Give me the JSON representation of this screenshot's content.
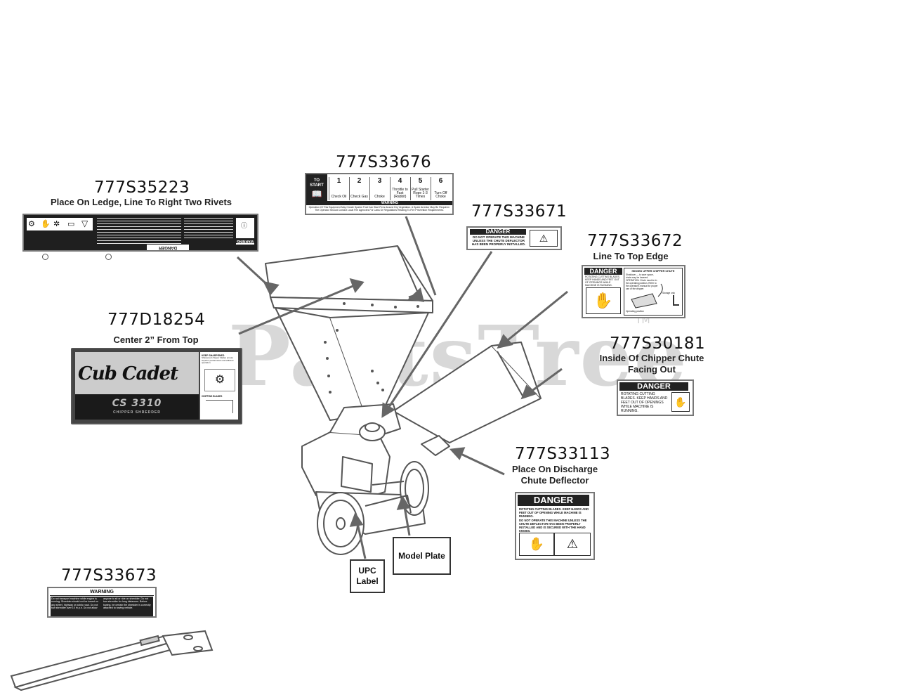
{
  "watermark": "PartsTree",
  "watermark_tm": "TM",
  "callouts": {
    "p777S35223": {
      "part": "777S35223",
      "note": "Place On Ledge, Line To Right Two Rivets"
    },
    "p777S33676": {
      "part": "777S33676"
    },
    "p777S33671": {
      "part": "777S33671"
    },
    "p777S33672": {
      "part": "777S33672",
      "note": "Line To Top Edge"
    },
    "p777D18254": {
      "part": "777D18254",
      "note": "Center 2” From Top"
    },
    "p777S30181": {
      "part": "777S30181",
      "note_line1": "Inside Of Chipper Chute",
      "note_line2": "Facing Out"
    },
    "p777S33113": {
      "part": "777S33113",
      "note_line1": "Place On Discharge",
      "note_line2": "Chute Deflector"
    },
    "p777S33673": {
      "part": "777S33673"
    }
  },
  "plates": {
    "upc_line1": "UPC",
    "upc_line2": "Label",
    "model": "Model Plate"
  },
  "decals": {
    "warning": "WARNING",
    "danger": "DANGER",
    "brand": "Cub Cadet",
    "model_name": "CS 3310",
    "model_sub": "CHIPPER SHREDDER",
    "to_start_1": "TO",
    "to_start_2": "START",
    "steps": [
      {
        "n": "1",
        "cap": "Check Oil"
      },
      {
        "n": "2",
        "cap": "Check Gas"
      },
      {
        "n": "3",
        "cap": "Choke"
      },
      {
        "n": "4",
        "cap": "Throttle to Fast (Rabbit)"
      },
      {
        "n": "5",
        "cap": "Pull Starter Rope 1-3 Times"
      },
      {
        "n": "6",
        "cap": "Turn Off Choke"
      }
    ],
    "d33676_text": "Operation Of This Equipment May Create Sparks That Can Start Fires Around Dry Vegetation. A Spark Arrestor May Be Required. The Operator Should Contact Local Fire Agencies For Laws Or Regulations Relating To Fire Prevention Requirements.",
    "d33671_text": "DO NOT OPERATE THIS MACHINE UNLESS THE CHUTE DEFLECTOR HAS BEEN PROPERLY INSTALLED.",
    "d33672_left": "ROTATING CUTTING BLADES. KEEP HANDS AND FEET OUT OF OPENINGS WHILE MACHINE IS RUNNING.",
    "d33672_right_title": "HINGED UPPER CHIPPER CHUTE",
    "d33672_right": "Shutdown — to save space, chute may be lowered. OPERATION: Chute must be in the operating position. Refer to the operator's manual for proper use of the chipper.",
    "d33672_storage": "Storage only",
    "d33672_operating": "Operating position",
    "d30181_text": "ROTATING CUTTING BLADES. KEEP HANDS AND FEET OUT OF OPENINGS WHILE MACHINE IS RUNNING.",
    "d33113_text1": "ROTATING CUTTING BLADES. KEEP HANDS AND FEET OUT OF OPENING WHILE MACHINE IS RUNNING.",
    "d33113_text2": "DO NOT OPERATE THIS MACHINE UNLESS THE CHUTE DEFLECTOR HAS BEEN PROPERLY INSTALLED AND IS SECURED WITH THE HAND KNOBS.",
    "d33673_text": "Do not transport machine while engine is running. Shredder should not be towed on any street, highway or public road. Do not tow shredder over 10 m.p.h. Do not allow anyone to sit or ride on shredder. Do not tow shredder for long distances. Before towing, be certain the shredder is correctly attached to towing vehicle.",
    "d18254_title": "KEEP SHARPENED",
    "d18254_text": "Sharpened chipper blades ensure superior performance and efficient operation.",
    "d18254_sub": "CHIPPING BLADES"
  }
}
